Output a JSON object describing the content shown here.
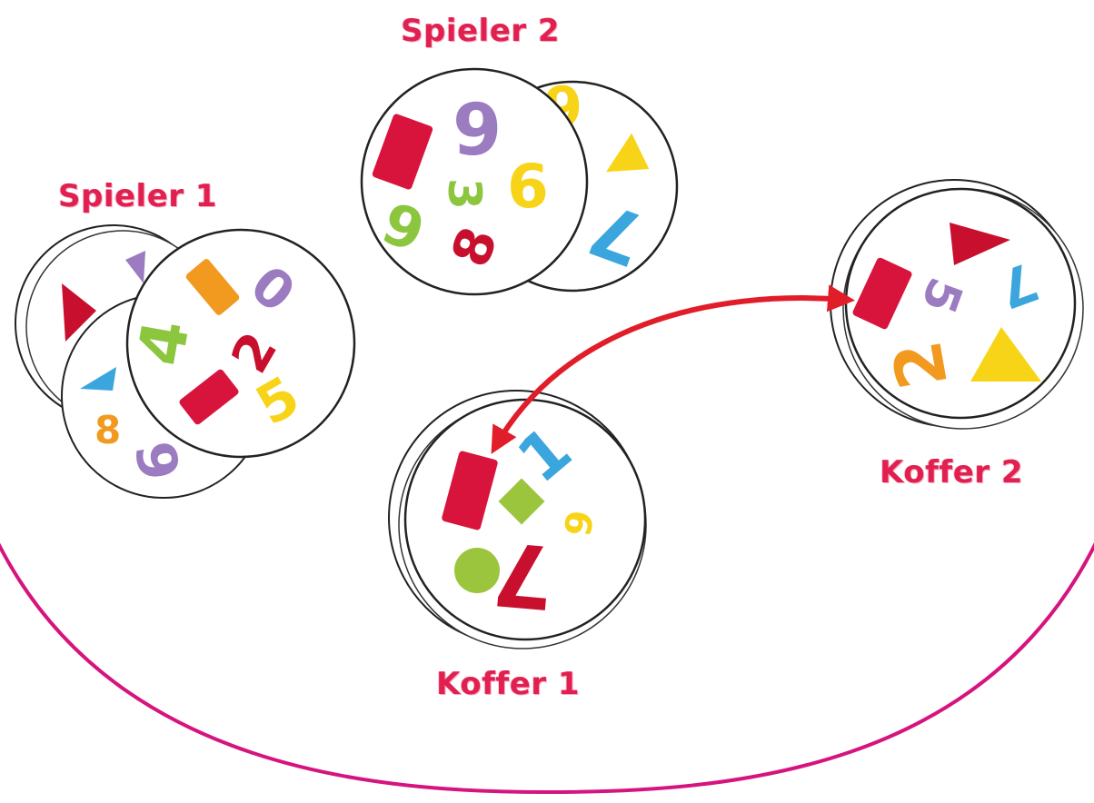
{
  "labels": {
    "player1": "Spieler 1",
    "player2": "Spieler 2",
    "case1": "Koffer 1",
    "case2": "Koffer 2"
  },
  "colors": {
    "label": "#e0214f",
    "arrow": "#e11d2a",
    "table_edge": "#d5147e",
    "red": "#d9143c",
    "purple": "#9b7cc0",
    "green": "#8cc63f",
    "yellow": "#f7d417",
    "orange": "#f29a1f",
    "blue": "#3aa6dd"
  },
  "piles": {
    "player1": {
      "top_card": [
        "orange-rectangle",
        "purple-0",
        "green-4",
        "red-2",
        "red-rectangle",
        "yellow-5"
      ],
      "second_card": [
        "blue-triangle",
        "orange-8",
        "purple-6"
      ],
      "back_cards": [
        "red-triangle",
        "purple-triangle"
      ]
    },
    "player2": {
      "top_card": [
        "red-rectangle",
        "purple-9",
        "green-3",
        "yellow-6",
        "green-6",
        "red-8"
      ],
      "back_card": [
        "yellow-9",
        "yellow-triangle",
        "blue-7"
      ]
    },
    "case1": {
      "top_card": [
        "red-rectangle",
        "blue-1",
        "green-diamond",
        "yellow-6",
        "green-circle",
        "red-7"
      ]
    },
    "case2": {
      "top_card": [
        "red-triangle",
        "blue-7",
        "red-rectangle",
        "purple-5",
        "orange-2",
        "yellow-triangle"
      ]
    }
  },
  "arrow": {
    "connects": [
      "Koffer 1",
      "Koffer 2"
    ],
    "style": "double-headed"
  }
}
